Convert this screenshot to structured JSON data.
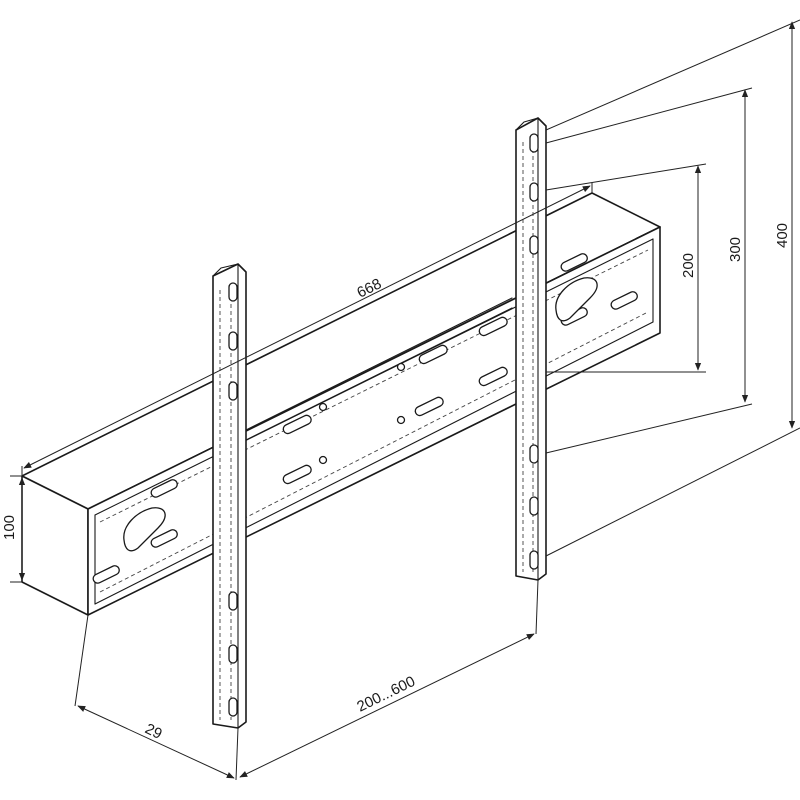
{
  "dimensions": {
    "width_total": "668",
    "height_bar": "100",
    "depth": "29",
    "rail_spacing": "200...600",
    "vesa_200": "200",
    "vesa_300": "300",
    "vesa_400": "400"
  }
}
